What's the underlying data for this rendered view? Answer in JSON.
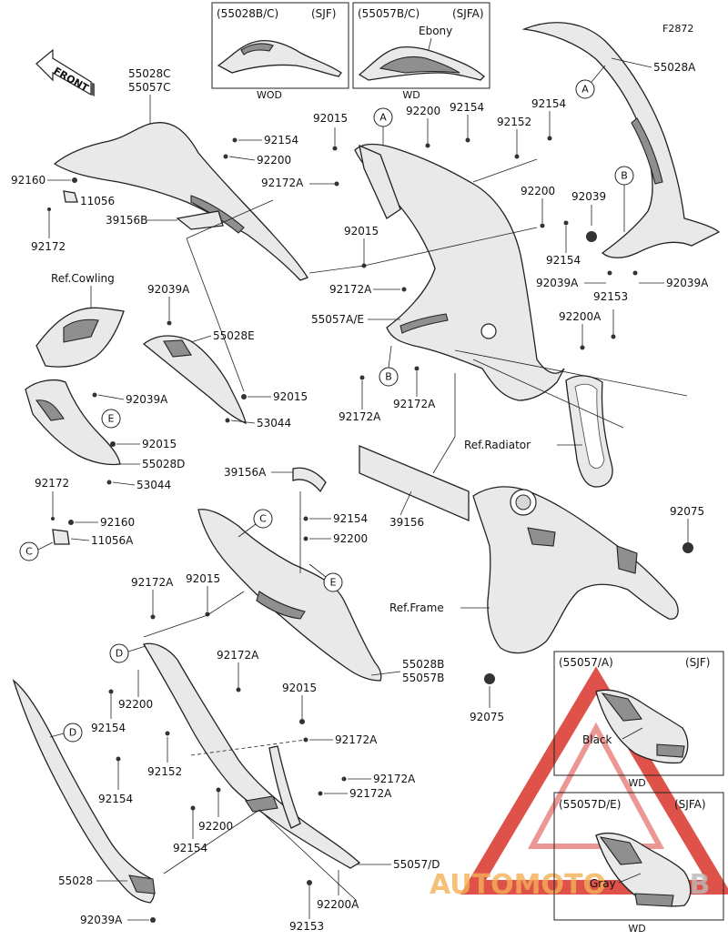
{
  "diagram_code": "F2872",
  "front_label": "FRONT",
  "insets": {
    "top_left": {
      "code": "(55028B/C)",
      "market": "(SJF)",
      "color": "WOD"
    },
    "top_right": {
      "code": "(55057B/C)",
      "market": "(SJFA)",
      "color": "WD",
      "note": "Ebony"
    },
    "bottom_top": {
      "code": "(55057/A)",
      "market": "(SJF)",
      "color": "WD",
      "note": "Black"
    },
    "bottom_bottom": {
      "code": "(55057D/E)",
      "market": "(SJFA)",
      "color": "WD",
      "note": "Gray"
    }
  },
  "refs": {
    "cowling": "Ref.Cowling",
    "radiator": "Ref.Radiator",
    "frame": "Ref.Frame"
  },
  "callouts": [
    "A",
    "B",
    "C",
    "D",
    "E"
  ],
  "watermark": {
    "text1": "AUTOMOTO",
    "text2": "HUB"
  },
  "parts": {
    "p55028C": "55028C",
    "p55057C": "55057C",
    "p55028A": "55028A",
    "p92160": "92160",
    "p11056": "11056",
    "p92172": "92172",
    "p39156B": "39156B",
    "p92154": "92154",
    "p92200": "92200",
    "p92015": "92015",
    "p92172A": "92172A",
    "p92152": "92152",
    "p92039": "92039",
    "p92039A": "92039A",
    "p92153": "92153",
    "p92200A": "92200A",
    "p55057AE": "55057A/E",
    "p55028E": "55028E",
    "p53044": "53044",
    "p55028D": "55028D",
    "p39156A": "39156A",
    "p39156": "39156",
    "p11056A": "11056A",
    "p92075": "92075",
    "p55028B": "55028B",
    "p55057B": "55057B",
    "p55028": "55028",
    "p55057D": "55057/D"
  },
  "colors": {
    "accent_red": "#d9342b",
    "accent_orange": "#f2a33a",
    "ink": "#222222"
  }
}
